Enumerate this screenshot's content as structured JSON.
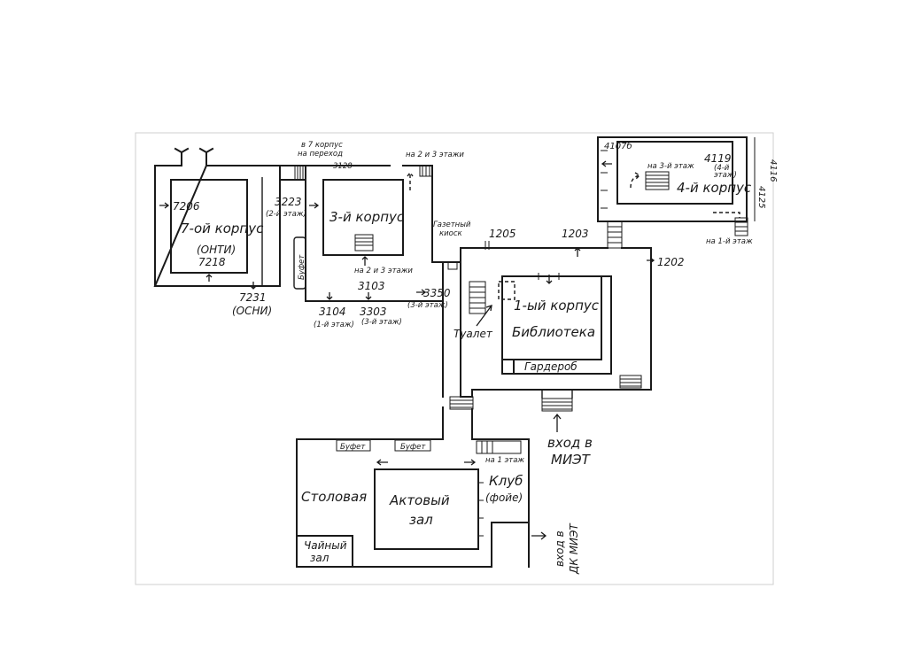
{
  "buildings": {
    "b7": {
      "title": "7-ой корпус",
      "sub": "(ОНТИ)",
      "room": "7218"
    },
    "b3": {
      "title": "3-й корпус"
    },
    "b1": {
      "title": "1-ый корпус",
      "sub": "Библиотека"
    },
    "b4": {
      "title": "4-й корпус"
    }
  },
  "rooms": {
    "r7206": "7206",
    "r3223": "3223",
    "r3223_note": "(2-й этаж)",
    "r7231": "7231",
    "r7231_note": "(ОСНИ)",
    "r3128": "3128",
    "r3103": "3103",
    "r3104": "3104",
    "r3104_note": "(1-й этаж)",
    "r3303": "3303",
    "r3303_note": "(3-й этаж)",
    "r3350": "3350",
    "r3350_note": "(3-й этаж)",
    "r1205": "1205",
    "r1203": "1203",
    "r1202": "1202",
    "r4119": "4119",
    "r4119_note1": "(4-й",
    "r4119_note2": "этаж)",
    "r4107b": "4107б",
    "r4116": "4116",
    "r4125": "4125"
  },
  "labels": {
    "to7_1": "в 7 корпус",
    "to7_2": "на переход",
    "floors23_top": "на 2 и 3 этажи",
    "floors23_mid": "на 2 и 3 этажи",
    "buffet": "Буфет",
    "kiosk_1": "Газетный",
    "kiosk_2": "киоск",
    "toilet": "Туалет",
    "wardrobe": "Гардероб",
    "to3floor": "на 3-й этаж",
    "to1floor": "на 1-й этаж",
    "entrance_1": "вход в",
    "entrance_2": "МИЭТ",
    "canteen": "Столовая",
    "tea_1": "Чайный",
    "tea_2": "зал",
    "hall_1": "Актовый",
    "hall_2": "зал",
    "club_1": "Клуб",
    "club_2": "(фойе)",
    "club_floor": "на 1 этаж",
    "buffet_a": "Буфет",
    "buffet_b": "Буфет",
    "dk_1": "вход в",
    "dk_2": "ДК МИЭТ"
  }
}
